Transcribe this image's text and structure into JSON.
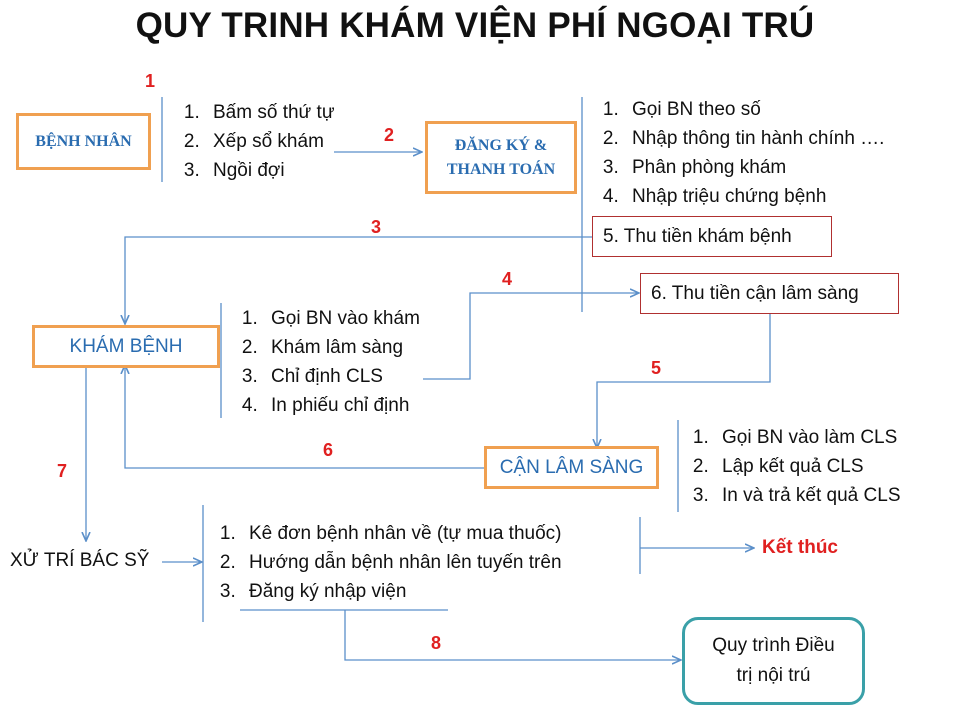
{
  "title": "QUY TRINH KHÁM VIỆN PHÍ NGOẠI TRÚ",
  "colors": {
    "arrow": "#5b8fc9",
    "orange_border": "#f0a050",
    "red_step": "#e02020",
    "box_text_blue": "#2a6cb0",
    "teal_border": "#3aa0a8"
  },
  "steps": [
    "1",
    "2",
    "3",
    "4",
    "5",
    "6",
    "7",
    "8"
  ],
  "nodes": {
    "benh_nhan": "BỆNH NHÂN",
    "dang_ky_line1": "ĐĂNG KÝ &",
    "dang_ky_line2": "THANH TOÁN",
    "kham_benh": "KHÁM BỆNH",
    "can_lam_sang": "CẬN LÂM SÀNG",
    "xu_tri": "XỬ TRÍ BÁC SỸ",
    "thu_tien_kham": "5. Thu tiền khám bệnh",
    "thu_tien_cls": "6. Thu tiền cận lâm sàng",
    "ket_thuc": "Kết thúc",
    "noi_tru_line1": "Quy trình Điều",
    "noi_tru_line2": "trị nội trú"
  },
  "lists": {
    "benh_nhan": [
      "Bấm số thứ tự",
      "Xếp sổ khám",
      "Ngồi đợi"
    ],
    "dang_ky": [
      "Gọi BN theo số",
      "Nhập thông tin hành chính ….",
      "Phân phòng khám",
      "Nhập triệu chứng bệnh"
    ],
    "kham_benh": [
      "Gọi BN vào khám",
      "Khám lâm sàng",
      "Chỉ định CLS",
      "In phiếu chỉ định"
    ],
    "can_lam_sang": [
      "Gọi BN vào làm CLS",
      "Lập kết quả CLS",
      "In và trả kết quả CLS"
    ],
    "xu_tri": [
      "Kê đơn bệnh nhân về (tự mua thuốc)",
      "Hướng dẫn bệnh nhân lên tuyến trên",
      "Đăng ký nhập viện"
    ]
  }
}
